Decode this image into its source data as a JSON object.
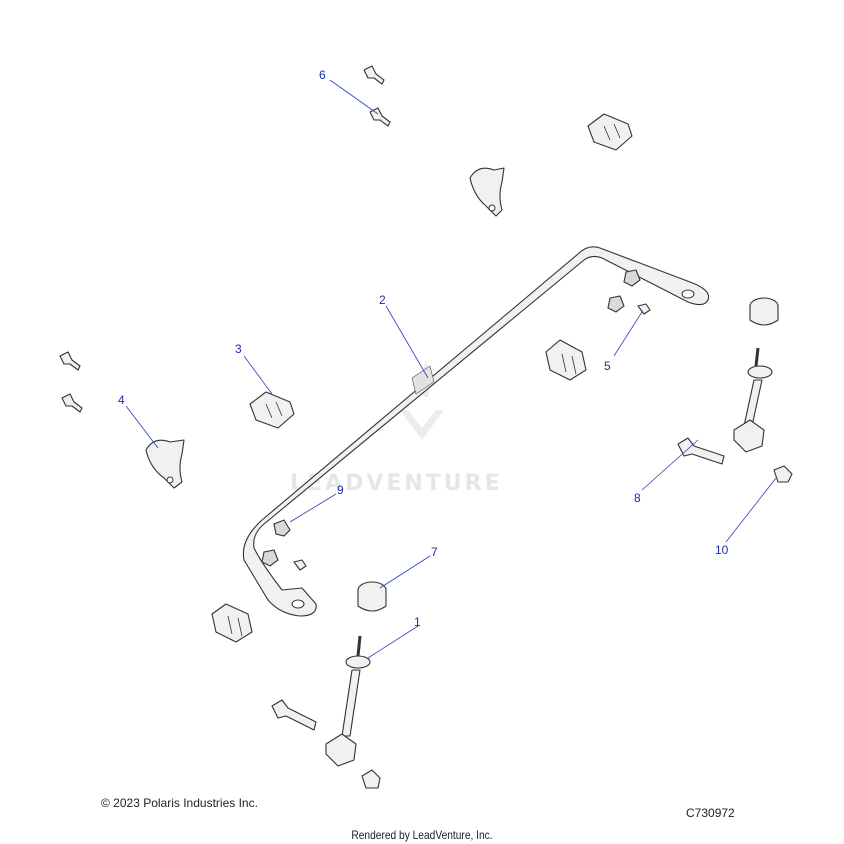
{
  "diagram": {
    "watermark_text": "LEADVENTURE",
    "callouts": [
      {
        "label": "1"
      },
      {
        "label": "2"
      },
      {
        "label": "3"
      },
      {
        "label": "4"
      },
      {
        "label": "5"
      },
      {
        "label": "6"
      },
      {
        "label": "7"
      },
      {
        "label": "8"
      },
      {
        "label": "9"
      },
      {
        "label": "10"
      }
    ],
    "colors": {
      "callout": "#1a2fb0",
      "line_art": "#333333",
      "watermark": "#e6e6e6"
    }
  },
  "footer": {
    "copyright": "© 2023 Polaris Industries Inc.",
    "drawing_id": "C730972",
    "rendered_by": "Rendered by LeadVenture, Inc."
  }
}
